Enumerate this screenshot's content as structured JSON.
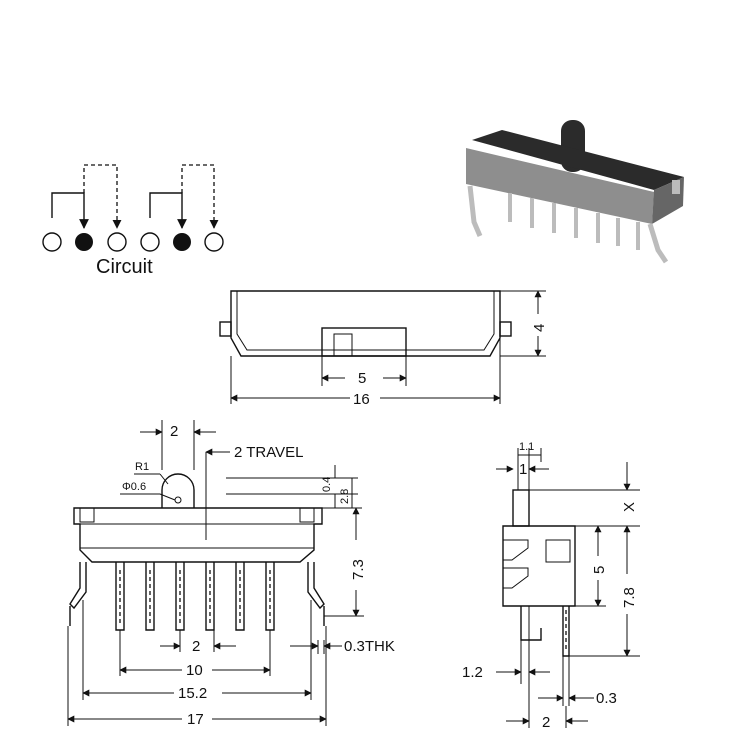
{
  "circuit": {
    "label": "Circuit"
  },
  "front_view": {
    "dim_width": "16",
    "dim_actuator": "5",
    "dim_height": "4"
  },
  "side_view": {
    "dim_actuator_width": "2",
    "dim_travel": "2 TRAVEL",
    "dim_radius": "R1",
    "dim_hole": "Φ0.6",
    "dim_04": "0.4",
    "dim_28": "2.8",
    "dim_73": "7.3",
    "dim_pitch": "2",
    "dim_10": "10",
    "dim_152": "15.2",
    "dim_17": "17",
    "dim_thk": "0.3THK"
  },
  "end_view": {
    "dim_11": "1.1",
    "dim_1": "1",
    "dim_x": "X",
    "dim_5": "5",
    "dim_78": "7.8",
    "dim_12": "1.2",
    "dim_03": "0.3",
    "dim_2": "2"
  },
  "colors": {
    "line": "#111111",
    "photo_body": "#8e8e8e",
    "photo_top": "#2b2b2b"
  }
}
